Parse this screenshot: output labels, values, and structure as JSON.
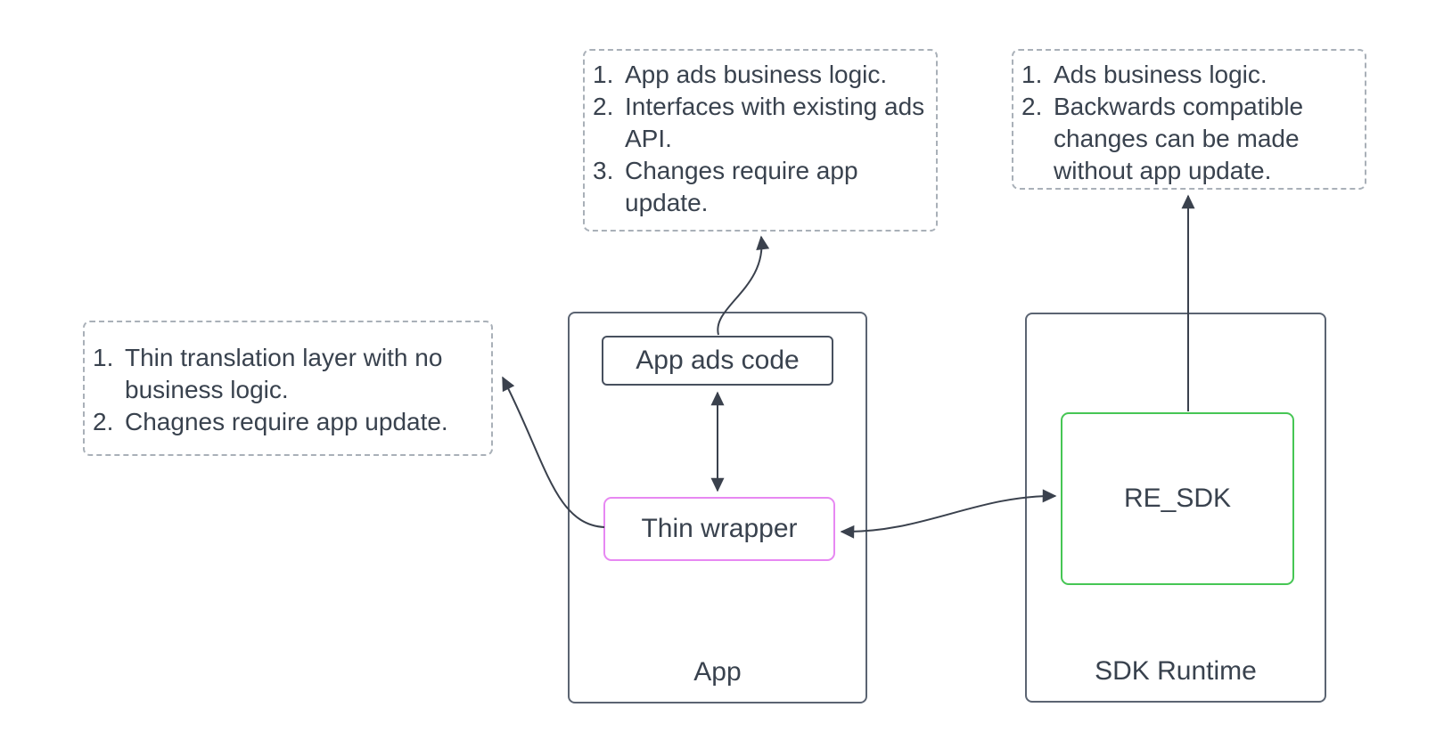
{
  "diagram": {
    "colors": {
      "text": "#39424e",
      "container_border": "#5b6472",
      "node_border": "#47505e",
      "note_border": "#a9b0b8",
      "thin_wrapper_accent": "#e788f2",
      "re_sdk_accent": "#46c654",
      "arrow": "#3a414d",
      "background": "#ffffff"
    },
    "notes": {
      "app_ads": {
        "items": [
          {
            "n": "1.",
            "t": "App ads business logic."
          },
          {
            "n": "2.",
            "t": "Interfaces with existing ads API."
          },
          {
            "n": "3.",
            "t": "Changes require app update."
          }
        ]
      },
      "sdk": {
        "items": [
          {
            "n": "1.",
            "t": "Ads business logic."
          },
          {
            "n": "2.",
            "t": "Backwards compatible changes can be made without app update."
          }
        ]
      },
      "wrapper": {
        "items": [
          {
            "n": "1.",
            "t": "Thin translation layer with no business logic."
          },
          {
            "n": "2.",
            "t": "Chagnes require app update."
          }
        ]
      }
    },
    "containers": {
      "app": {
        "label": "App"
      },
      "sdk_runtime": {
        "label": "SDK Runtime"
      }
    },
    "nodes": {
      "app_ads_code": {
        "label": "App ads code"
      },
      "thin_wrapper": {
        "label": "Thin wrapper"
      },
      "re_sdk": {
        "label": "RE_SDK"
      }
    }
  }
}
